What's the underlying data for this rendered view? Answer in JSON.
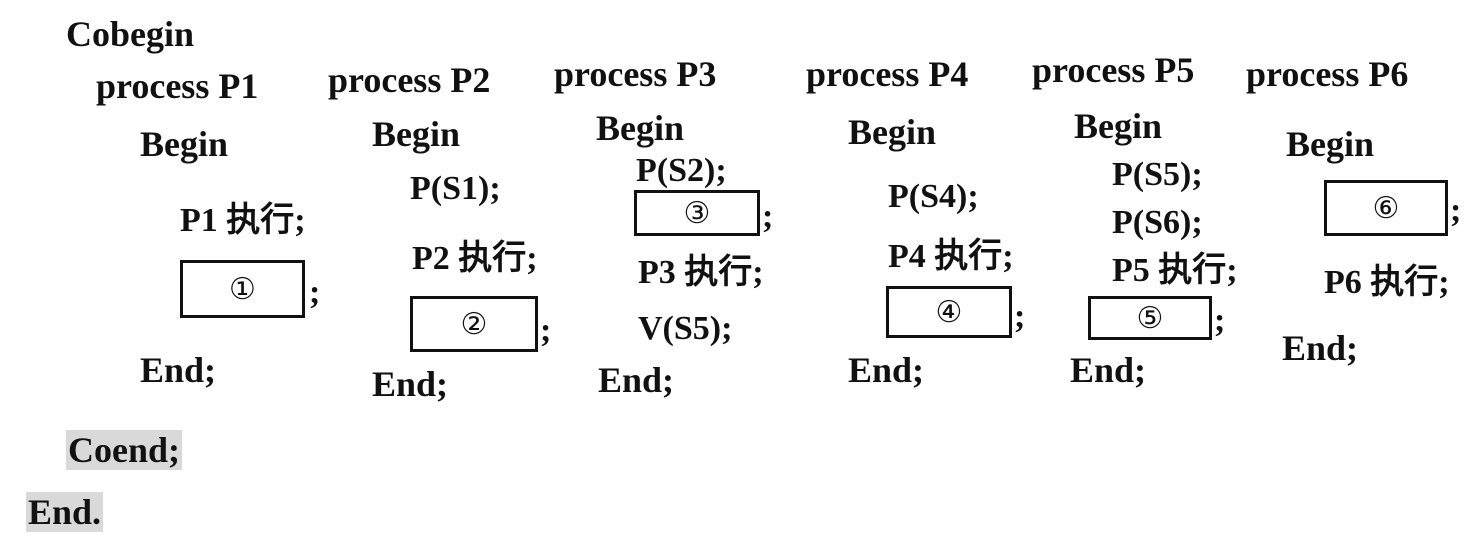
{
  "program": {
    "cobegin": "Cobegin",
    "coend": "Coend;",
    "end": "End."
  },
  "processes": [
    {
      "header": "process P1",
      "begin": "Begin",
      "lines": [
        "P1 执行;"
      ],
      "blank": "①",
      "after_blank": [],
      "end": "End;"
    },
    {
      "header": "process P2",
      "begin": "Begin",
      "lines": [
        "P(S1);",
        "P2 执行;"
      ],
      "blank": "②",
      "after_blank": [],
      "end": "End;"
    },
    {
      "header": "process P3",
      "begin": "Begin",
      "lines": [
        "P(S2);"
      ],
      "blank": "③",
      "after_blank": [
        "P3 执行;",
        "V(S5);"
      ],
      "end": "End;"
    },
    {
      "header": "process P4",
      "begin": "Begin",
      "lines": [
        "P(S4);",
        "P4 执行;"
      ],
      "blank": "④",
      "after_blank": [],
      "end": "End;"
    },
    {
      "header": "process P5",
      "begin": "Begin",
      "lines": [
        "P(S5);",
        "P(S6);",
        "P5 执行;"
      ],
      "blank": "⑤",
      "after_blank": [],
      "end": "End;"
    },
    {
      "header": "process P6",
      "begin": "Begin",
      "lines": [],
      "blank": "⑥",
      "after_blank": [
        "P6 执行;"
      ],
      "end": "End;"
    }
  ],
  "semicolon": ";"
}
